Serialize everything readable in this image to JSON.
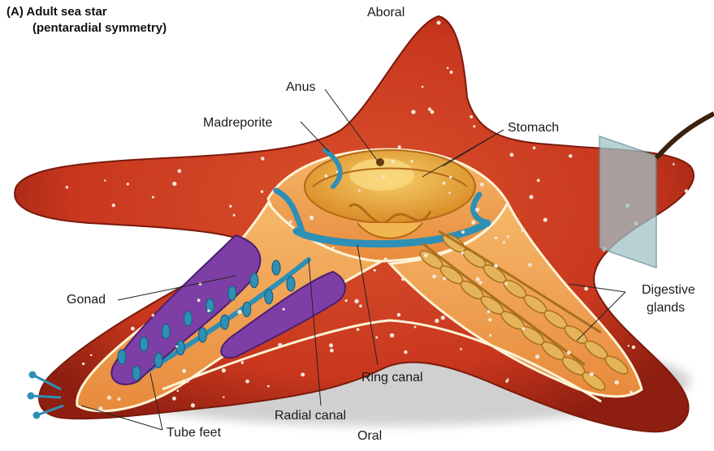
{
  "figure": {
    "panel_title": "(A)  Adult sea star",
    "panel_subtitle": "(pentaradial symmetry)"
  },
  "labels": {
    "aboral": "Aboral",
    "oral": "Oral",
    "anus": "Anus",
    "madreporite": "Madreporite",
    "stomach": "Stomach",
    "gonad": "Gonad",
    "digestive_glands_line1": "Digestive",
    "digestive_glands_line2": "glands",
    "ring_canal": "Ring canal",
    "radial_canal": "Radial canal",
    "tube_feet": "Tube feet"
  },
  "colors": {
    "skin": "#c8371e",
    "skin_dark": "#8e1f10",
    "spots": "#f3e6d4",
    "interior": "#f2a65a",
    "stomach": "#e8a33a",
    "canal": "#2f8fb5",
    "gonad": "#7d3fa6",
    "gland": "#e6b458",
    "plate": "#9fc2c8"
  }
}
